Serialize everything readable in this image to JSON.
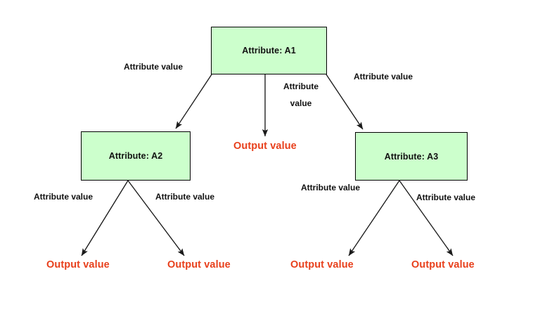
{
  "diagram": {
    "type": "decision-tree",
    "background_color": "#FFFFFF",
    "node_fill_color": "#CCFFCC",
    "node_border_color": "#000000",
    "edge_color": "#1A1A1A",
    "attribute_label_color": "#111111",
    "output_label_color": "#E8401C",
    "nodes": [
      {
        "id": "a1",
        "label": "Attribute: A1"
      },
      {
        "id": "a2",
        "label": "Attribute: A2"
      },
      {
        "id": "a3",
        "label": "Attribute: A3"
      }
    ],
    "edge_labels": {
      "root_left": "Attribute value",
      "root_middle_line1": "Attribute",
      "root_middle_line2": "value",
      "root_right": "Attribute value",
      "a2_left": "Attribute value",
      "a2_right": "Attribute value",
      "a3_left": "Attribute value",
      "a3_right": "Attribute value"
    },
    "leaf_labels": {
      "root_middle": "Output value",
      "a2_left": "Output value",
      "a2_right": "Output value",
      "a3_left": "Output value",
      "a3_right": "Output value"
    }
  }
}
